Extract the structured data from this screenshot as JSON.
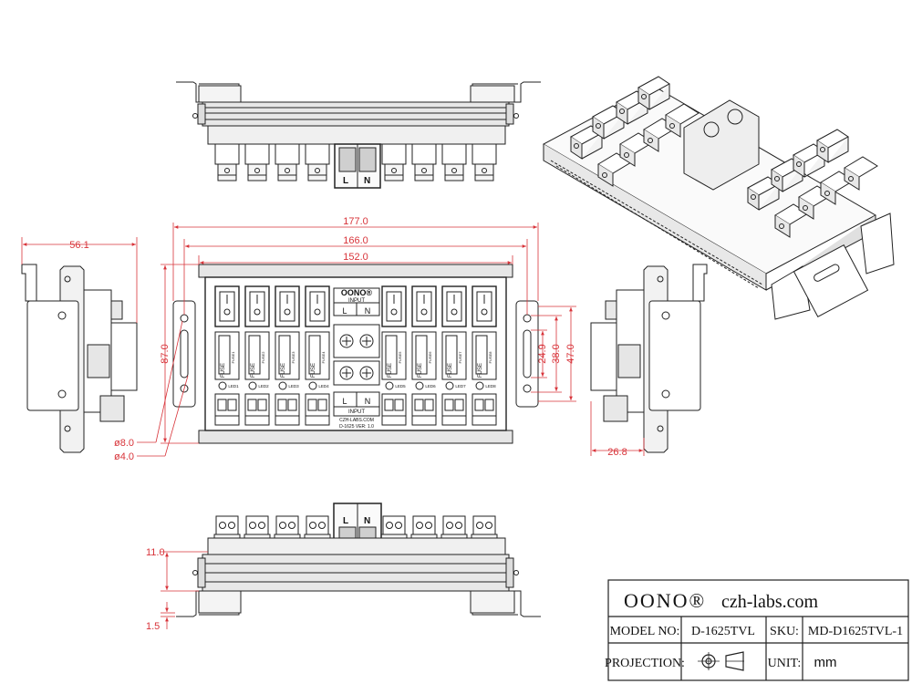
{
  "board": {
    "brand": "OONO®",
    "input_label": "INPUT",
    "terminal_l": "L",
    "terminal_n": "N",
    "fuse_label": "FUSE",
    "fuse_tags": [
      "FUSE1",
      "FUSE2",
      "FUSE3",
      "FUSE4",
      "FUSE5",
      "FUSE6",
      "FUSE7",
      "FUSE8"
    ],
    "led_tags": [
      "LED1",
      "LED2",
      "LED3",
      "LED4",
      "LED5",
      "LED6",
      "LED7",
      "LED8"
    ],
    "rocker_on": "I",
    "rocker_off": "O",
    "website": "CZH-LABS.COM",
    "model_ver": "D-1625 VER: 1.0"
  },
  "dimensions": {
    "overall_width": "177.0",
    "rail_width": "166.0",
    "board_width": "152.0",
    "height": "87.0",
    "hole_large": "ø8.0",
    "hole_small": "ø4.0",
    "side_depth": "56.1",
    "spacing_small": "24.9",
    "spacing_mid": "38.0",
    "spacing_large": "47.0",
    "side_offset": "26.8",
    "bottom_height": "11.0",
    "bottom_thickness": "1.5"
  },
  "title_block": {
    "brand": "OONO®",
    "website": "czh-labs.com",
    "model_label": "MODEL NO:",
    "model_value": "D-1625TVL",
    "sku_label": "SKU:",
    "sku_value": "MD-D1625TVL-1",
    "projection_label": "PROJECTION:",
    "unit_label": "UNIT:",
    "unit_value": "mm"
  }
}
